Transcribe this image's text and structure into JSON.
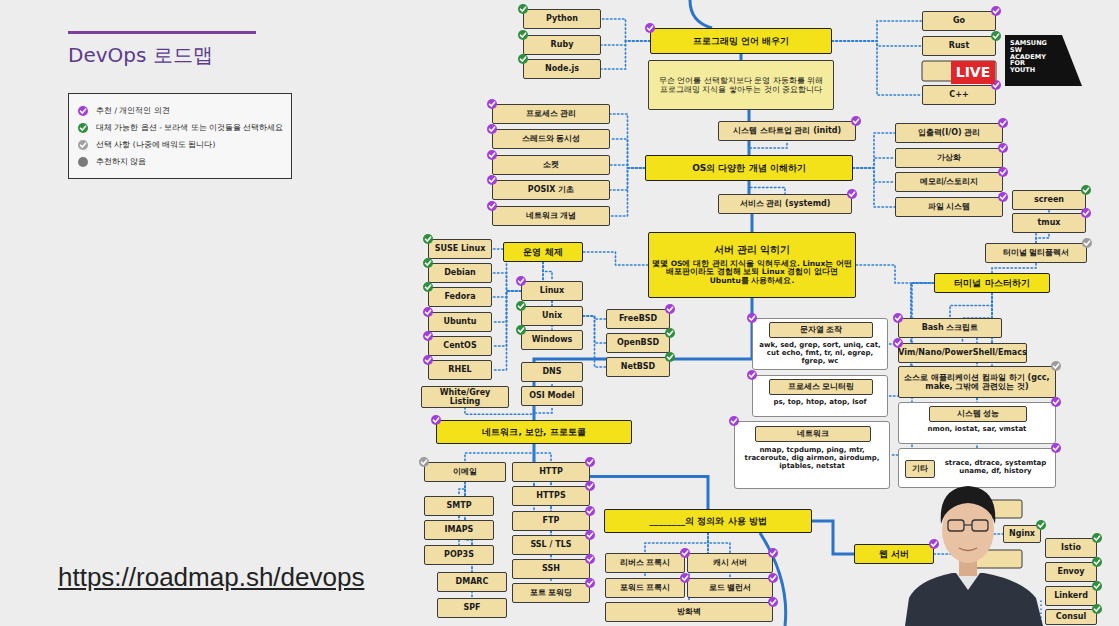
{
  "diagram": {
    "title": "DevOps 로드맵",
    "nodes": [
      {
        "text": [
          "Python"
        ]
      },
      {
        "text": [
          "Ruby"
        ]
      },
      {
        "text": [
          "Node.js"
        ]
      },
      {
        "text": [
          "프로그래밍 언어 배우기"
        ]
      },
      {
        "text": [
          "무슨 언어를 선택할지보다 운영 자동화를 위해 프로그래밍 지식을 쌓아두는 것이 중요합니다"
        ]
      },
      {
        "text": [
          "Go"
        ]
      },
      {
        "text": [
          "Rust"
        ]
      },
      {
        "text": [
          "C++"
        ]
      },
      {
        "text": [
          "프로세스 관리"
        ]
      },
      {
        "text": [
          "스레드와 동시성"
        ]
      },
      {
        "text": [
          "소켓"
        ]
      },
      {
        "text": [
          "POSIX 기초"
        ]
      },
      {
        "text": [
          "네트워크 개념"
        ]
      },
      {
        "text": [
          "시스템 스타트업 관리 (initd)"
        ]
      },
      {
        "text": [
          "OS의 다양한 개념 이해하기"
        ]
      },
      {
        "text": [
          "서비스 관리 (systemd)"
        ]
      },
      {
        "text": [
          "입출력(I/O) 관리"
        ]
      },
      {
        "text": [
          "가상화"
        ]
      },
      {
        "text": [
          "메모리/스토리지"
        ]
      },
      {
        "text": [
          "파일 시스템"
        ]
      },
      {
        "text": [
          "screen"
        ]
      },
      {
        "text": [
          "tmux"
        ]
      },
      {
        "text": [
          "터미널 멀티플렉서"
        ]
      },
      {
        "text": [
          "서버 관리 익히기",
          "몇몇 OS에 대한 관리 지식을 익혀두세요. Linux는 어떤 배포판이라도 경험해 보되 Linux 경험이 없다면 Ubuntu를 사용하세요."
        ]
      },
      {
        "text": [
          "운영 체제"
        ]
      },
      {
        "text": [
          "터미널 마스터하기"
        ]
      },
      {
        "text": [
          "SUSE Linux"
        ]
      },
      {
        "text": [
          "Debian"
        ]
      },
      {
        "text": [
          "Fedora"
        ]
      },
      {
        "text": [
          "Ubuntu"
        ]
      },
      {
        "text": [
          "CentOS"
        ]
      },
      {
        "text": [
          "RHEL"
        ]
      },
      {
        "text": [
          "Linux"
        ]
      },
      {
        "text": [
          "Unix"
        ]
      },
      {
        "text": [
          "Windows"
        ]
      },
      {
        "text": [
          "FreeBSD"
        ]
      },
      {
        "text": [
          "OpenBSD"
        ]
      },
      {
        "text": [
          "NetBSD"
        ]
      },
      {
        "text": [
          "awk, sed, grep, sort, uniq, cat, cut echo, fmt, tr, nl, egrep, fgrep, wc"
        ]
      },
      {
        "text": [
          "문자열 조작"
        ],
        "in": 38
      },
      {
        "text": [
          "ps, top, htop, atop, lsof"
        ]
      },
      {
        "text": [
          "프로세스 모니터링"
        ],
        "in": 40
      },
      {
        "text": [
          "nmap, tcpdump, ping, mtr, traceroute, dig airmon, airodump, iptables, netstat"
        ]
      },
      {
        "text": [
          "네트워크"
        ],
        "in": 42
      },
      {
        "text": [
          "Bash 스크립트"
        ]
      },
      {
        "text": [
          "Vim/Nano/PowerShell/Emacs"
        ]
      },
      {
        "text": [
          "소스로 애플리케이션 컴파일 하기 (gcc, make, 그밖에 관련있는 것)"
        ]
      },
      {
        "text": [
          "nmon, iostat, sar, vmstat"
        ]
      },
      {
        "text": [
          "시스템 성능"
        ],
        "in": 47
      },
      {
        "text": [
          "strace, dtrace, systemtap uname, df, history"
        ]
      },
      {
        "text": [
          "기타"
        ],
        "in": 49
      },
      {
        "text": [
          "DNS"
        ]
      },
      {
        "text": [
          "OSI Model"
        ]
      },
      {
        "text": [
          "White/Grey Listing"
        ]
      },
      {
        "text": [
          "네트워크, 보안, 프로토콜"
        ]
      },
      {
        "text": [
          "이메일"
        ]
      },
      {
        "text": [
          "SMTP"
        ]
      },
      {
        "text": [
          "IMAPS"
        ]
      },
      {
        "text": [
          "POP3S"
        ]
      },
      {
        "text": [
          "DMARC"
        ]
      },
      {
        "text": [
          "SPF"
        ]
      },
      {
        "text": [
          "HTTP"
        ]
      },
      {
        "text": [
          "HTTPS"
        ]
      },
      {
        "text": [
          "FTP"
        ]
      },
      {
        "text": [
          "SSL / TLS"
        ]
      },
      {
        "text": [
          "SSH"
        ]
      },
      {
        "text": [
          "포트 포워딩"
        ]
      },
      {
        "text": [
          "________의 정의와 사용 방법"
        ]
      },
      {
        "text": [
          "리버스 프록시"
        ]
      },
      {
        "text": [
          "캐시 서버"
        ]
      },
      {
        "text": [
          "포워드 프록시"
        ]
      },
      {
        "text": [
          "로드 밸런서"
        ]
      },
      {
        "text": [
          "방화벽"
        ]
      },
      {
        "text": [
          "웹 서버"
        ]
      },
      {
        "text": [
          "Nginx"
        ]
      },
      {
        "text": [
          "Istio"
        ]
      },
      {
        "text": [
          "Envoy"
        ]
      },
      {
        "text": [
          "Linkerd"
        ]
      },
      {
        "text": [
          "Consul"
        ]
      }
    ],
    "edges": [
      {
        "from": 3,
        "to": 14,
        "arrow": "none"
      },
      {
        "from": 14,
        "to": 23,
        "arrow": "none"
      },
      {
        "from": 23,
        "to": 54,
        "arrow": "none"
      },
      {
        "from": 54,
        "to": 67,
        "arrow": "none"
      },
      {
        "from": 67,
        "to": 73,
        "arrow": "none"
      },
      {
        "from": 3,
        "to": 0,
        "arrow": "none"
      },
      {
        "from": 3,
        "to": 1,
        "arrow": "none"
      },
      {
        "from": 3,
        "to": 2,
        "arrow": "none"
      },
      {
        "from": 3,
        "to": 5,
        "arrow": "none"
      },
      {
        "from": 3,
        "to": 6,
        "arrow": "none"
      },
      {
        "from": 3,
        "to": 7,
        "arrow": "none"
      },
      {
        "from": 14,
        "to": 8,
        "arrow": "none"
      },
      {
        "from": 14,
        "to": 9,
        "arrow": "none"
      },
      {
        "from": 14,
        "to": 10,
        "arrow": "none"
      },
      {
        "from": 14,
        "to": 11,
        "arrow": "none"
      },
      {
        "from": 14,
        "to": 12,
        "arrow": "none"
      },
      {
        "from": 14,
        "to": 13,
        "arrow": "none"
      },
      {
        "from": 14,
        "to": 15,
        "arrow": "none"
      },
      {
        "from": 14,
        "to": 16,
        "arrow": "none"
      },
      {
        "from": 14,
        "to": 17,
        "arrow": "none"
      },
      {
        "from": 14,
        "to": 18,
        "arrow": "none"
      },
      {
        "from": 14,
        "to": 19,
        "arrow": "none"
      },
      {
        "from": 23,
        "to": 24,
        "arrow": "none"
      },
      {
        "from": 23,
        "to": 25,
        "arrow": "none"
      },
      {
        "from": 24,
        "to": 32,
        "arrow": "none"
      },
      {
        "from": 24,
        "to": 33,
        "arrow": "none"
      },
      {
        "from": 24,
        "to": 34,
        "arrow": "none"
      },
      {
        "from": 32,
        "to": 26,
        "arrow": "none"
      },
      {
        "from": 32,
        "to": 27,
        "arrow": "none"
      },
      {
        "from": 32,
        "to": 28,
        "arrow": "none"
      },
      {
        "from": 32,
        "to": 29,
        "arrow": "none"
      },
      {
        "from": 32,
        "to": 30,
        "arrow": "none"
      },
      {
        "from": 32,
        "to": 31,
        "arrow": "none"
      },
      {
        "from": 33,
        "to": 35,
        "arrow": "none"
      },
      {
        "from": 33,
        "to": 36,
        "arrow": "none"
      },
      {
        "from": 33,
        "to": 37,
        "arrow": "none"
      },
      {
        "from": 25,
        "to": 22,
        "arrow": "none"
      },
      {
        "from": 22,
        "to": 20,
        "arrow": "none"
      },
      {
        "from": 22,
        "to": 21,
        "arrow": "none"
      },
      {
        "from": 25,
        "to": 44,
        "arrow": "none"
      },
      {
        "from": 25,
        "to": 45,
        "arrow": "none"
      },
      {
        "from": 25,
        "to": 46,
        "arrow": "none"
      },
      {
        "from": 25,
        "to": 47,
        "arrow": "none"
      },
      {
        "from": 25,
        "to": 49,
        "arrow": "none"
      },
      {
        "from": 25,
        "to": 38,
        "arrow": "none"
      },
      {
        "from": 25,
        "to": 40,
        "arrow": "none"
      },
      {
        "from": 25,
        "to": 42,
        "arrow": "none"
      },
      {
        "from": 54,
        "to": 51,
        "arrow": "none"
      },
      {
        "from": 54,
        "to": 52,
        "arrow": "none"
      },
      {
        "from": 54,
        "to": 53,
        "arrow": "none"
      },
      {
        "from": 54,
        "to": 55,
        "arrow": "none"
      },
      {
        "from": 54,
        "to": 61,
        "arrow": "none"
      },
      {
        "from": 54,
        "to": 62,
        "arrow": "none"
      },
      {
        "from": 54,
        "to": 63,
        "arrow": "none"
      },
      {
        "from": 54,
        "to": 64,
        "arrow": "none"
      },
      {
        "from": 54,
        "to": 65,
        "arrow": "none"
      },
      {
        "from": 54,
        "to": 66,
        "arrow": "none"
      },
      {
        "from": 55,
        "to": 56,
        "arrow": "none"
      },
      {
        "from": 55,
        "to": 57,
        "arrow": "none"
      },
      {
        "from": 55,
        "to": 58,
        "arrow": "none"
      },
      {
        "from": 55,
        "to": 59,
        "arrow": "none"
      },
      {
        "from": 55,
        "to": 60,
        "arrow": "none"
      },
      {
        "from": 67,
        "to": 68,
        "arrow": "none"
      },
      {
        "from": 67,
        "to": 69,
        "arrow": "none"
      },
      {
        "from": 67,
        "to": 70,
        "arrow": "none"
      },
      {
        "from": 67,
        "to": 71,
        "arrow": "none"
      },
      {
        "from": 67,
        "to": 72,
        "arrow": "none"
      },
      {
        "from": 73,
        "to": 74,
        "arrow": "none"
      }
    ],
    "labels": [
      "https://roadmap.sh/devops",
      "SAMSUNG SW ACADEMY FOR YOUTH",
      "LIVE"
    ],
    "legend": [
      {
        "text": "추천 / 개인적인 의견",
        "color": "#a23fd8"
      },
      {
        "text": "대체 가능한 옵션 - 보라색 또는 이것들을 선택하세요",
        "color": "#2f8f3f"
      },
      {
        "text": "선택 사항 (나중에 배워도 됩니다)",
        "color": "#a0a0a0"
      },
      {
        "text": "추천하지 않음",
        "color": "#7a7a7a"
      }
    ]
  }
}
